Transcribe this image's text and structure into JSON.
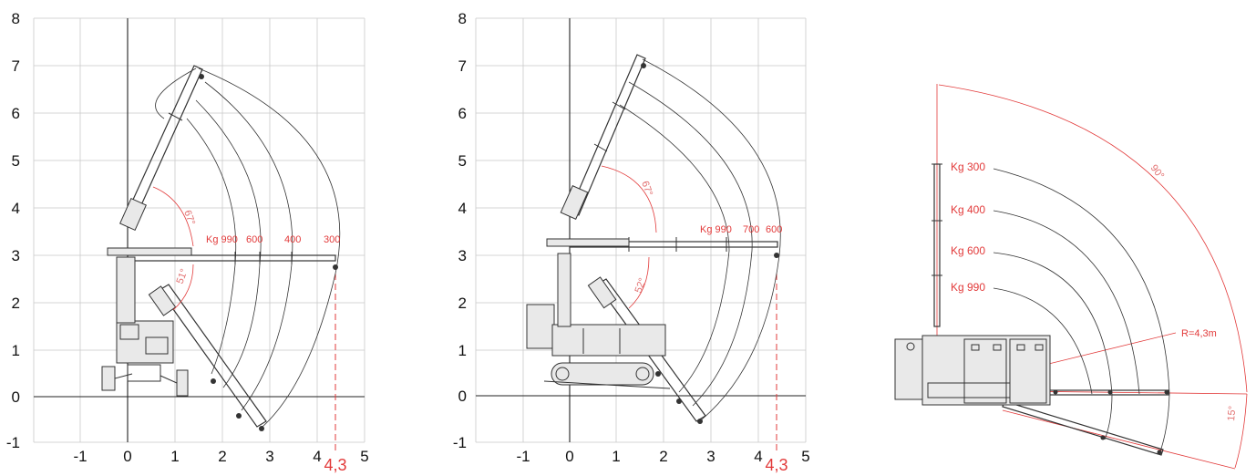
{
  "panel1": {
    "y_ticks": [
      "8",
      "7",
      "6",
      "5",
      "4",
      "3",
      "2",
      "1",
      "0",
      "-1"
    ],
    "x_ticks": [
      "-1",
      "0",
      "1",
      "2",
      "3",
      "4",
      "5"
    ],
    "reach_label": "4,3",
    "capacity_labels": [
      "Kg 990",
      "600",
      "400",
      "300"
    ],
    "angle_upper": "67°",
    "angle_lower": "51°"
  },
  "panel2": {
    "y_ticks": [
      "8",
      "7",
      "6",
      "5",
      "4",
      "3",
      "2",
      "1",
      "0",
      "-1"
    ],
    "x_ticks": [
      "-1",
      "0",
      "1",
      "2",
      "3",
      "4",
      "5"
    ],
    "reach_label": "4,3",
    "capacity_labels": [
      "Kg 990",
      "700",
      "600"
    ],
    "angle_upper": "67°",
    "angle_lower": "52°"
  },
  "panel3": {
    "capacity_labels": [
      "Kg 300",
      "Kg 400",
      "Kg 600",
      "Kg 990"
    ],
    "angle_top": "90°",
    "angle_bottom": "15°",
    "radius_label": "R=4,3m"
  },
  "colors": {
    "accent": "#e23a3a",
    "grid": "#c9c9c9",
    "ink": "#333333"
  }
}
